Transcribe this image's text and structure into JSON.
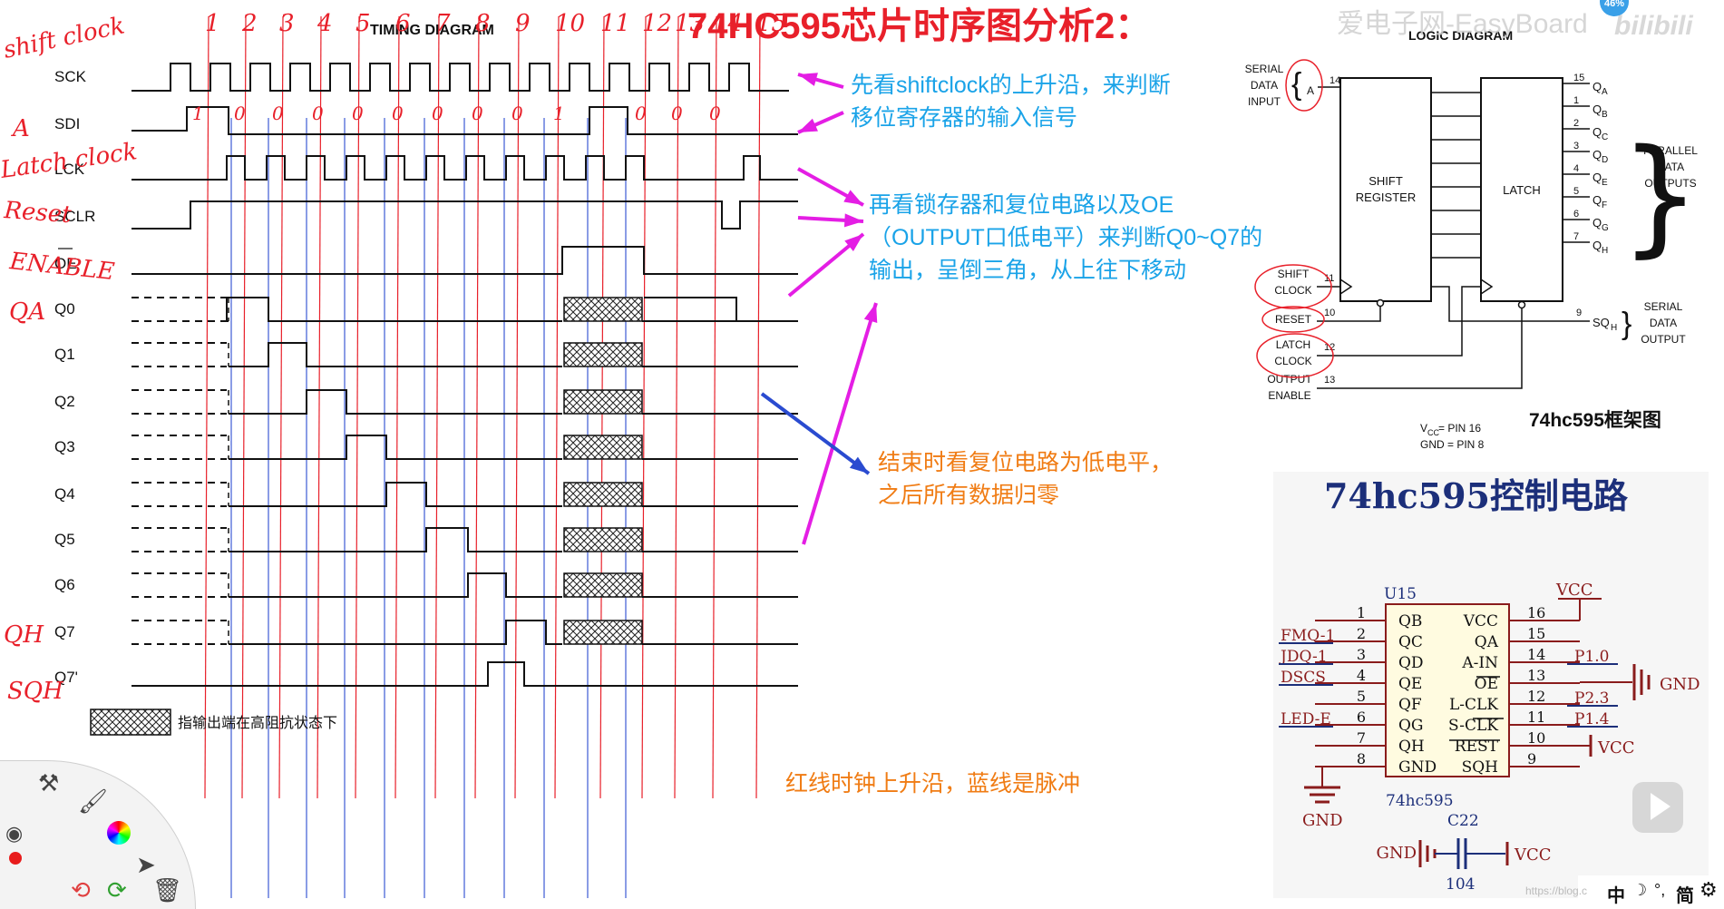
{
  "slide": {
    "title": "74HC595芯片时序图分析2：",
    "watermark": "爱电子网-EasyBoard",
    "watermark_logo": "bilibili",
    "progress_badge": "46%"
  },
  "timing_diagram": {
    "title": "TIMING DIAGRAM",
    "signal_labels": [
      "SCK",
      "SDI",
      "LCK",
      "SCLR",
      "OE",
      "Q0",
      "Q1",
      "Q2",
      "Q3",
      "Q4",
      "Q5",
      "Q6",
      "Q7",
      "Q7'"
    ],
    "clock_numbers": [
      "1",
      "2",
      "3",
      "4",
      "5",
      "6",
      "7",
      "8",
      "9",
      "10",
      "11",
      "12",
      "13",
      "14",
      "15"
    ],
    "hiz_legend": "指输出端在高阻抗状态下",
    "handwritten_labels": [
      "shift clock",
      "A",
      "Latch clock",
      "Reset",
      "ENABLE",
      "QA",
      "QH",
      "SQH"
    ],
    "handwritten_bit_marks": [
      "1",
      "0",
      "0",
      "0",
      "0",
      "0",
      "0",
      "0",
      "0",
      "1",
      "0",
      "0",
      "0"
    ]
  },
  "annotations": {
    "note1_line1": "先看shiftclock的上升沿，来判断",
    "note1_line2": "移位寄存器的输入信号",
    "note2_line1": "再看锁存器和复位电路以及OE",
    "note2_line2": "（OUTPUT口低电平）来判断Q0~Q7的",
    "note2_line3": "输出，呈倒三角，从上往下移动",
    "note3_line1": "结束时看复位电路为低电平，",
    "note3_line2": "之后所有数据归零",
    "note4": "红线时钟上升沿，蓝线是脉冲",
    "colors": {
      "cyan": "#1aa3e8",
      "orange": "#f07c14",
      "magenta": "#e41ee4",
      "blue": "#2a4bd0",
      "red": "#e8202a"
    }
  },
  "logic_diagram": {
    "title": "LOGIC DIAGRAM",
    "serial_input": [
      "SERIAL",
      "DATA",
      "INPUT"
    ],
    "serial_input_pin_label": "A",
    "serial_input_pin": "14",
    "shift_register_lines": [
      "SHIFT",
      "REGISTER"
    ],
    "latch_label": "LATCH",
    "output_pins": [
      "15",
      "1",
      "2",
      "3",
      "4",
      "5",
      "6",
      "7"
    ],
    "output_names": [
      "Q",
      "Q",
      "Q",
      "Q",
      "Q",
      "Q",
      "Q",
      "Q"
    ],
    "output_subs": [
      "A",
      "B",
      "C",
      "D",
      "E",
      "F",
      "G",
      "H"
    ],
    "parallel_outputs": [
      "PARALLEL",
      "DATA",
      "OUTPUTS"
    ],
    "shift_clock_lines": [
      "SHIFT",
      "CLOCK"
    ],
    "shift_clock_pin": "11",
    "reset_label": "RESET",
    "reset_pin": "10",
    "latch_clock_lines": [
      "LATCH",
      "CLOCK"
    ],
    "latch_clock_pin": "12",
    "output_enable_lines": [
      "OUTPUT",
      "ENABLE"
    ],
    "output_enable_pin": "13",
    "sqh_pin": "9",
    "sqh_name": "SQ",
    "sqh_sub": "H",
    "serial_output": [
      "SERIAL",
      "DATA",
      "OUTPUT"
    ],
    "vcc_note_pre": "V",
    "vcc_note_sub": "CC",
    "vcc_note_post": " = PIN 16",
    "gnd_note": "GND = PIN 8",
    "caption": "74hc595框架图"
  },
  "control_circuit": {
    "title": "74hc595控制电路",
    "ref": "U15",
    "part": "74hc595",
    "left_pins": [
      {
        "num": "1",
        "name": "QB",
        "net": ""
      },
      {
        "num": "2",
        "name": "QC",
        "net": "FMQ-1"
      },
      {
        "num": "3",
        "name": "QD",
        "net": "JDQ-1"
      },
      {
        "num": "4",
        "name": "QE",
        "net": "DSCS"
      },
      {
        "num": "5",
        "name": "QF",
        "net": ""
      },
      {
        "num": "6",
        "name": "QG",
        "net": "LED-E"
      },
      {
        "num": "7",
        "name": "QH",
        "net": ""
      },
      {
        "num": "8",
        "name": "GND",
        "net": ""
      }
    ],
    "right_pins": [
      {
        "num": "16",
        "name": "VCC",
        "net": ""
      },
      {
        "num": "15",
        "name": "QA",
        "net": ""
      },
      {
        "num": "14",
        "name": "A-IN",
        "net": "P1.0"
      },
      {
        "num": "13",
        "name": "OE",
        "net": ""
      },
      {
        "num": "12",
        "name": "L-CLK",
        "net": "P2.3"
      },
      {
        "num": "11",
        "name": "S-CLK",
        "net": "P1.4"
      },
      {
        "num": "10",
        "name": "REST",
        "net": ""
      },
      {
        "num": "9",
        "name": "SQH",
        "net": ""
      }
    ],
    "vcc_top": "VCC",
    "gnd_right": "GND",
    "vcc_right": "VCC",
    "gnd_bottom": "GND",
    "cap_ref": "C22",
    "cap_value": "104",
    "cap_gnd": "GND",
    "cap_vcc": "VCC"
  },
  "taskbar": {
    "url_hint": "https://blog.c",
    "ime": "中",
    "ime_mode": "简"
  }
}
